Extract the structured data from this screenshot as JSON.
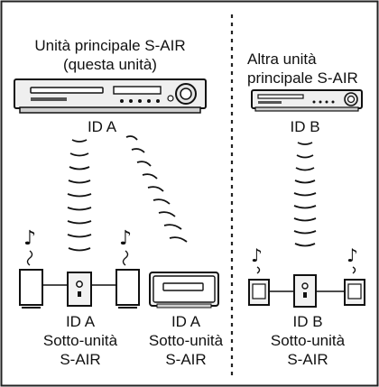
{
  "left_panel": {
    "title_line1": "Unità principale S-AIR",
    "title_line2": "(questa unità)",
    "main_id": "ID A",
    "sub1": {
      "id": "ID A",
      "role": "Sotto-unità",
      "type": "S-AIR"
    },
    "sub2": {
      "id": "ID A",
      "role": "Sotto-unità",
      "type": "S-AIR"
    }
  },
  "right_panel": {
    "title_line1": "Altra unità",
    "title_line2": "principale S-AIR",
    "main_id": "ID B",
    "sub": {
      "id": "ID B",
      "role": "Sotto-unità",
      "type": "S-AIR"
    }
  },
  "colors": {
    "stroke": "#111111",
    "frame": "#222222",
    "device_fill": "#f2f2f2"
  },
  "icons": [
    "music-note-icon",
    "speaker-icon",
    "receiver-icon",
    "wireless-wave-icon"
  ]
}
